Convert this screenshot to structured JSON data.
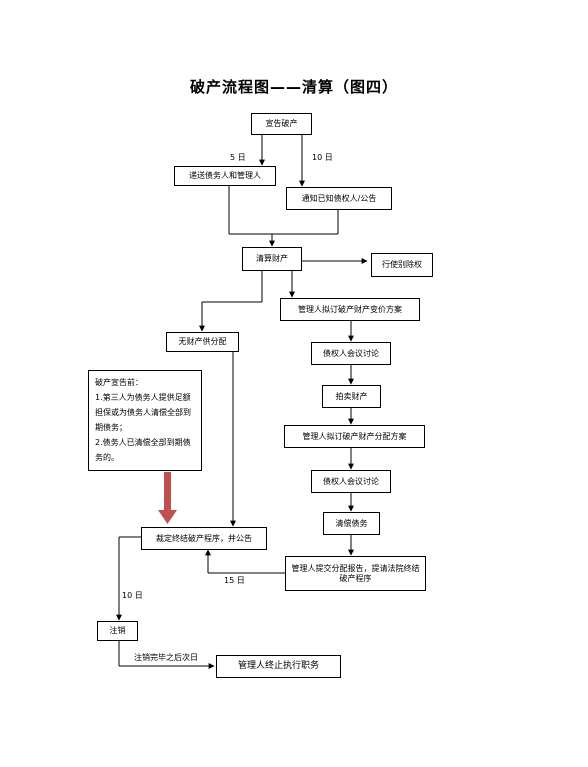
{
  "title": "破产流程图——清算（图四）",
  "nodes": {
    "declare": "宣告破产",
    "transfer": "递送债务人和管理人",
    "notify": "通知已知债权人/公告",
    "liquidate": "清算财产",
    "exercise_offset": "行使别除权",
    "no_assets": "无财产供分配",
    "draft_sale": "管理人拟订破产财产变价方案",
    "creditor_meeting_1": "债权人会议讨论",
    "auction": "拍卖财产",
    "draft_distribution": "管理人拟订破产财产分配方案",
    "creditor_meeting_2": "债权人会议讨论",
    "pay_debts": "清偿债务",
    "submit_report": "管理人提交分配报告，提请法院终结破产程序",
    "rule_terminate": "裁定终结破产程序，并公告",
    "deregister": "注销",
    "manager_end": "管理人终止执行职务"
  },
  "note": {
    "heading": "破产宣告前：",
    "line1": "1.第三人为债务人提供足额担保或为债务人清偿全部到期债务；",
    "line2": "2.债务人已清偿全部到期债务的。"
  },
  "labels": {
    "five_days": "5 日",
    "ten_days_a": "10 日",
    "fifteen_days": "15 日",
    "ten_days_b": "10 日",
    "after_deregister": "注销完毕之后次日"
  },
  "colors": {
    "accent_arrow": "#c0504d"
  }
}
